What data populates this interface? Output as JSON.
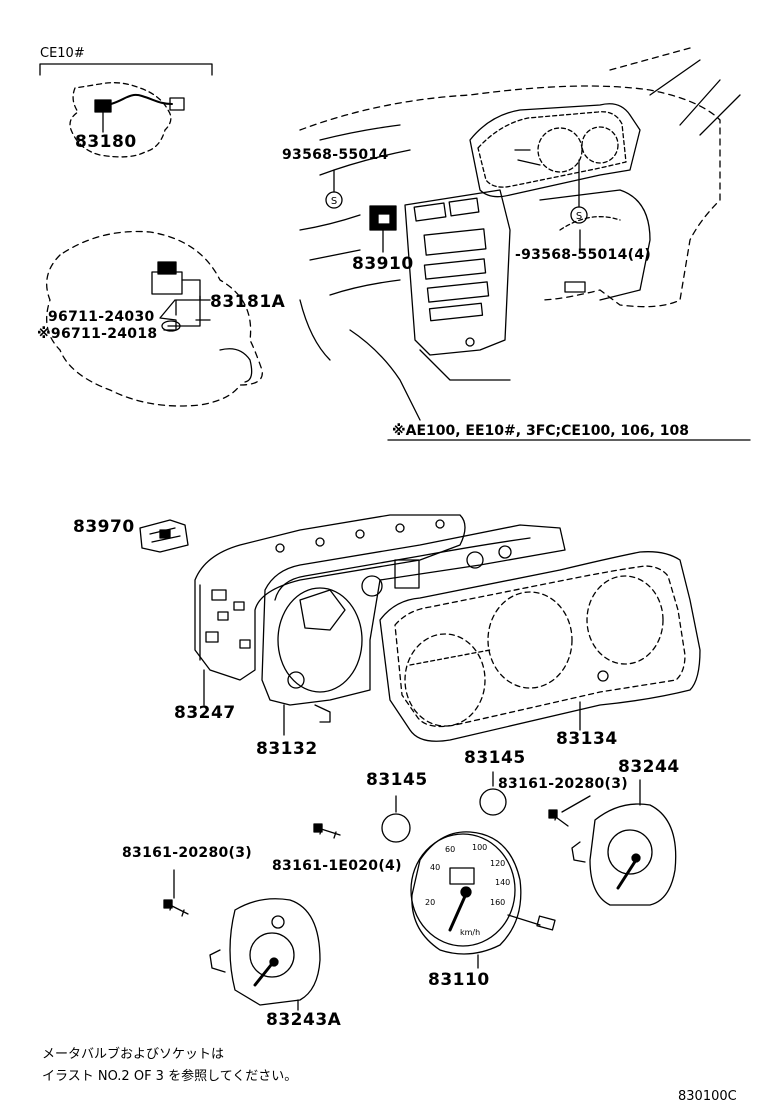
{
  "labels": {
    "group_ce10": "CE10#",
    "p83180": "83180",
    "p93568_a": "93568-55014",
    "p83910": "83910",
    "p93568_b": "-93568-55014(4)",
    "p96711_24030": "96711-24030",
    "p96711_24018": "※96711-24018",
    "p83181A": "83181A",
    "applicability": "※AE100, EE10#, 3FC;CE100, 106, 108",
    "p83970": "83970",
    "p83247": "83247",
    "p83132": "83132",
    "p83134": "83134",
    "p83145_a": "83145",
    "p83145_b": "83145",
    "p83161_20280_a": "83161-20280(3)",
    "p83244": "83244",
    "p83161_20280_b": "83161-20280(3)",
    "p83161_1E020": "83161-1E020(4)",
    "p83110": "83110",
    "p83243A": "83243A",
    "note_line1": "メータバルブおよびソケットは",
    "note_line2": "イラスト NO.2 OF 3 を参照してください。",
    "figure_code": "830100C"
  },
  "symbols": {
    "standard_part_mark": "S"
  }
}
